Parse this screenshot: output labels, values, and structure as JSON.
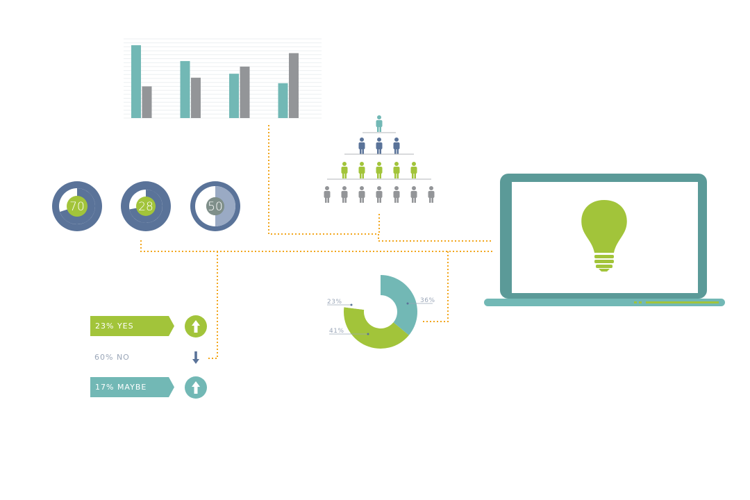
{
  "chart_data": [
    {
      "type": "bar",
      "categories": [
        "",
        "",
        "",
        ""
      ],
      "series": [
        {
          "color": "#72b8b5",
          "values": [
            9.2,
            7.2,
            5.6,
            4.4
          ]
        },
        {
          "color": "#939598",
          "values": [
            4.0,
            5.1,
            6.5,
            8.2
          ]
        }
      ],
      "ylim": [
        0,
        10
      ],
      "grid": true
    },
    {
      "type": "pie",
      "donut": true,
      "slices": [
        {
          "label": "36%",
          "value": 36,
          "color": "#72b8b5"
        },
        {
          "label": "41%",
          "value": 41,
          "color": "#a2c43a"
        },
        {
          "label": "23%",
          "value": 23,
          "color": "#ffffff"
        }
      ]
    }
  ],
  "gauges": [
    {
      "value": "70",
      "fraction": 0.7
    },
    {
      "value": "28",
      "fraction": 0.72
    },
    {
      "value": "50",
      "fraction": 0.5
    }
  ],
  "poll": [
    {
      "label": "23% YES",
      "direction": "up"
    },
    {
      "label": "60% NO",
      "direction": "down"
    },
    {
      "label": "17% MAYBE",
      "direction": "up"
    }
  ],
  "colors": {
    "teal": "#72b8b5",
    "dark_teal": "#5b9a98",
    "navy": "#5a7399",
    "green": "#a2c43a",
    "gray": "#939598",
    "orange": "#f2a51a"
  },
  "pyramid_rows": [
    1,
    3,
    5,
    7
  ],
  "laptop": {
    "icon": "lightbulb-icon"
  }
}
